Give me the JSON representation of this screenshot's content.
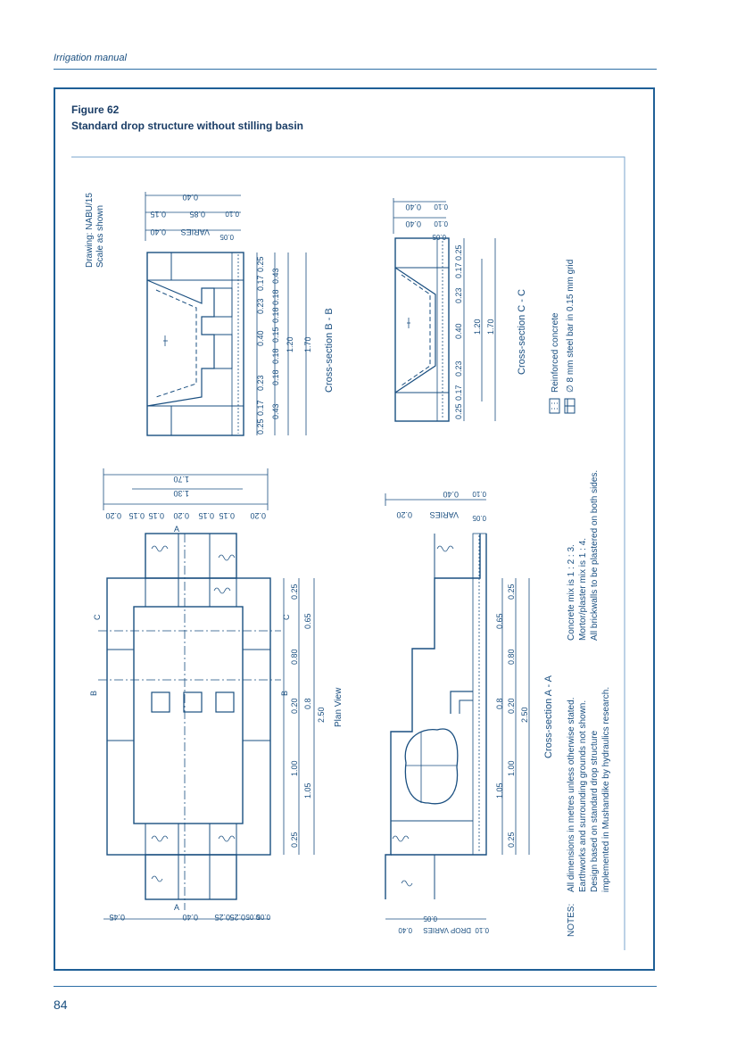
{
  "header": {
    "running_title": "Irrigation manual"
  },
  "figure": {
    "number": "Figure 62",
    "title": "Standard drop structure without stilling basin"
  },
  "drawing": {
    "code": "Drawing: NABU/15",
    "scale": "Scale as shown",
    "section_bb": {
      "label": "Cross-section B - B",
      "top_dims": [
        "0.40",
        "0.85",
        "0.15",
        "0.40",
        "VARIES",
        "0.05",
        "0.10"
      ],
      "right_dims_row1": [
        "0.25",
        "0.17",
        "0.23",
        "0.40",
        "0.23",
        "0.17",
        "0.25"
      ],
      "right_dims_row2": [
        "0.43",
        "0.18",
        "0.18",
        "0.15",
        "0.18",
        "0.18",
        "0.43"
      ],
      "right_dims_row3": [
        "1.20"
      ],
      "right_dims_row4": [
        "1.70"
      ]
    },
    "section_cc": {
      "label": "Cross-section C - C",
      "top_dims": [
        "0.40",
        "0.10",
        "0.10",
        "0.40",
        "0.05"
      ],
      "right_dims_row1": [
        "0.25",
        "0.17",
        "0.23",
        "0.40",
        "0.23",
        "0.17",
        "0.25"
      ],
      "right_dims_row2": [
        "1.20"
      ],
      "right_dims_row3": [
        "1.70"
      ]
    },
    "plan_view": {
      "label": "Plan View",
      "top_dims_row1": [
        "1.70"
      ],
      "top_dims_row2": [
        "1.30"
      ],
      "top_dims_row3": [
        "0.20",
        "0.15",
        "0.15",
        "0.20",
        "0.15",
        "0.15",
        "0.20"
      ],
      "right_dims_row1": [
        "0.25",
        "0.80",
        "0.20",
        "1.00",
        "0.25"
      ],
      "right_dims_row2": [
        "0.65",
        "0.8",
        "1.05"
      ],
      "right_dims_row3": [
        "2.50"
      ],
      "bottom_dims": [
        "0.45",
        "0.40",
        "0.25",
        "0.25",
        "0.05",
        "0.05"
      ],
      "section_marks": [
        "A",
        "A",
        "B",
        "B",
        "C",
        "C"
      ]
    },
    "section_aa": {
      "label": "Cross-section A - A",
      "top_dims": [
        "0.20",
        "0.40",
        "VARIES",
        "0.05",
        "0.10"
      ],
      "right_dims_row1": [
        "0.25",
        "0.80",
        "0.20",
        "1.00",
        "0.25"
      ],
      "right_dims_row2": [
        "0.65",
        "0.8",
        "1.05"
      ],
      "right_dims_row3": [
        "2.50"
      ],
      "bottom_dims": [
        "0.40",
        "VARIES",
        "DROP",
        "0.10",
        "0.05"
      ]
    },
    "legend": [
      {
        "label": "Reinforced concrete"
      },
      {
        "label": "∅ 8 mm steel bar in 0.15 mm grid"
      }
    ],
    "notes": {
      "heading": "NOTES:",
      "lines": [
        "All dimensions in metres unless otherwise stated.",
        "Earthworks and surrounding grounds not shown.",
        "Design based on standard drop structure",
        "implemented in Mushandike by hydraulics research."
      ],
      "mix_lines": [
        "Concrete mix is 1 : 2 : 3.",
        "Mortor/plaster mix is 1 : 4.",
        "All brickwalls to be plastered on both sides."
      ]
    }
  },
  "footer": {
    "page_number": "84"
  },
  "colors": {
    "primary": "#1a4f80",
    "rule": "#2d6ea6",
    "frame": "#1f5f96"
  }
}
